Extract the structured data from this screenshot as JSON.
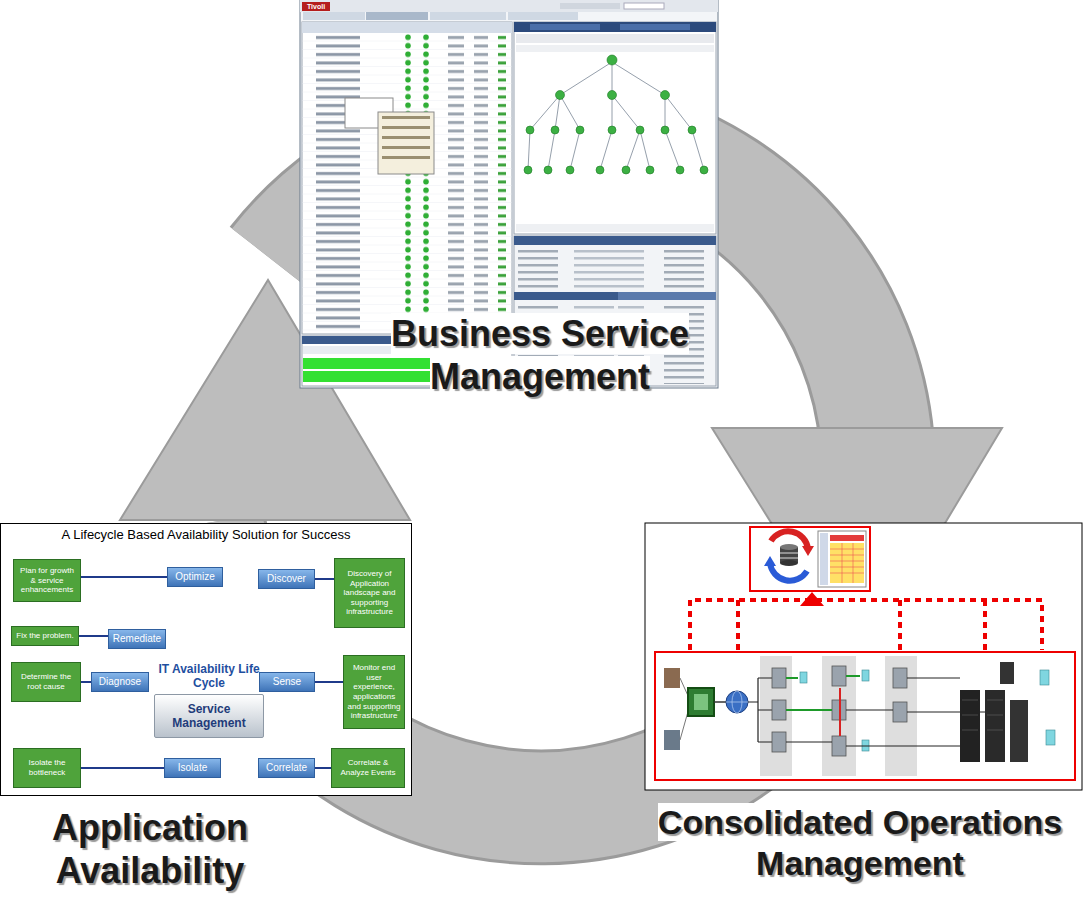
{
  "diagram": {
    "nodes": [
      {
        "text": [
          "A Lifecycle Based Availability Solution for Success"
        ]
      },
      {
        "text": [
          "Plan for growth & service enhancements"
        ],
        "in": 0
      },
      {
        "text": [
          "Optimize"
        ],
        "in": 0
      },
      {
        "text": [
          "Discover"
        ],
        "in": 0
      },
      {
        "text": [
          "Discovery of Application landscape and supporting infrastructure"
        ],
        "in": 0
      },
      {
        "text": [
          "Fix the problem."
        ],
        "in": 0
      },
      {
        "text": [
          "Remediate"
        ],
        "in": 0
      },
      {
        "text": [
          "Determine the root cause"
        ],
        "in": 0
      },
      {
        "text": [
          "Diagnose"
        ],
        "in": 0
      },
      {
        "text": [
          "IT Availability Life Cycle",
          "Service Management"
        ],
        "in": 0
      },
      {
        "text": [
          "Sense"
        ],
        "in": 0
      },
      {
        "text": [
          "Monitor end user experience, applications and supporting infrastructure"
        ],
        "in": 0
      },
      {
        "text": [
          "Isolate the bottleneck"
        ],
        "in": 0
      },
      {
        "text": [
          "Isolate"
        ],
        "in": 0
      },
      {
        "text": [
          "Correlate"
        ],
        "in": 0
      },
      {
        "text": [
          "Correlate & Analyze Events"
        ],
        "in": 0
      }
    ],
    "edges": [
      {
        "from": 1,
        "to": 2,
        "arrow": "none"
      },
      {
        "from": 3,
        "to": 4,
        "arrow": "none"
      },
      {
        "from": 5,
        "to": 6,
        "arrow": "none"
      },
      {
        "from": 7,
        "to": 8,
        "arrow": "none"
      },
      {
        "from": 10,
        "to": 11,
        "arrow": "none"
      },
      {
        "from": 12,
        "to": 13,
        "arrow": "none"
      },
      {
        "from": 14,
        "to": 15,
        "arrow": "none"
      }
    ],
    "labels": [
      "Tivoli",
      "Business Service Management",
      "Application Availability",
      "Consolidated Operations Management"
    ]
  }
}
